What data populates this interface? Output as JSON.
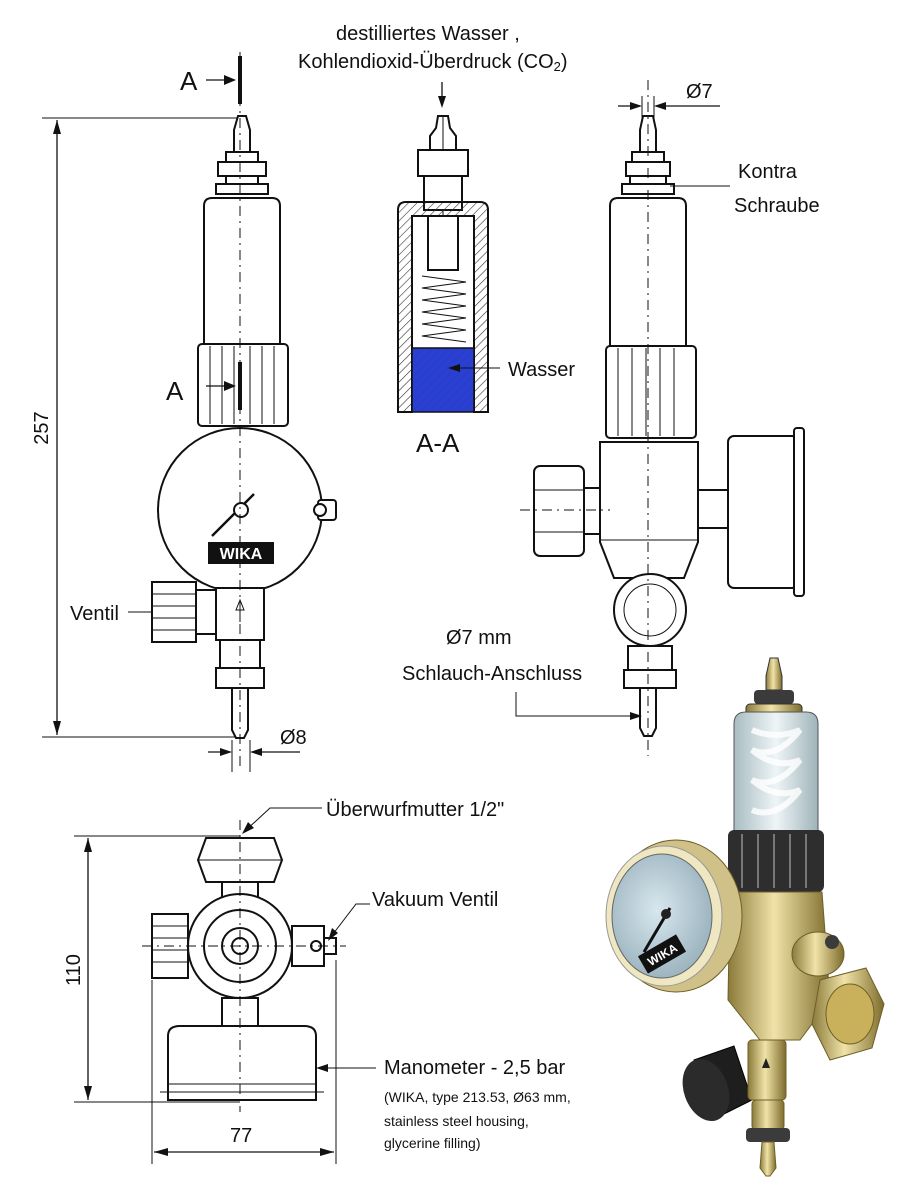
{
  "labels": {
    "title_line1": "destilliertes Wasser ,",
    "title_line2": "Kohlendioxid-Überdruck (CO",
    "title_sub": "2",
    "title_end": ")",
    "section_top": "A",
    "section_left": "A",
    "section_name": "A-A",
    "dim_257": "257",
    "dim_d8": "Ø8",
    "dim_d7_top": "Ø7",
    "kontra_line1": "Kontra",
    "kontra_line2": "Schraube",
    "wasser": "Wasser",
    "ventil": "Ventil",
    "hose_line1": "Ø7 mm",
    "hose_line2": "Schlauch-Anschluss",
    "nut": "Überwurfmutter 1/2\"",
    "vacuum_valve": "Vakuum Ventil",
    "dim_110": "110",
    "dim_77": "77",
    "manometer": "Manometer - 2,5 bar",
    "spec_line1": "(WIKA, type 213.53, Ø63 mm,",
    "spec_line2": "stainless steel housing,",
    "spec_line3": "glycerine filling)",
    "gauge_brand": "WIKA",
    "gauge_brand_3d": "WIKA"
  },
  "colors": {
    "water_fill": "#2a3fd4",
    "brass": "#d8c37a",
    "brass_dark": "#8a7a3a",
    "glass": "#d9e6ea",
    "gauge_face": "#b9cfd8"
  }
}
